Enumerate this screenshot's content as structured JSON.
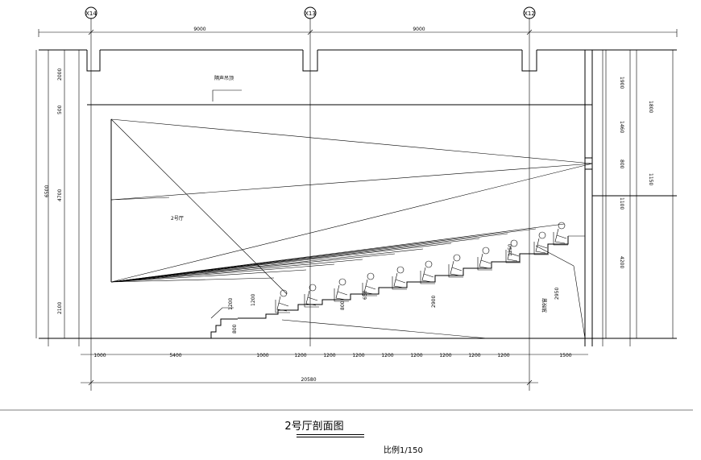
{
  "drawing": {
    "title": "2号厅剖面图",
    "scale": "比例1/150",
    "room_label": "2号厅",
    "axes": [
      "X14",
      "X13",
      "X12"
    ],
    "top_dimensions": [
      "9000",
      "9000"
    ],
    "bottom_row_dimensions": [
      "1000",
      "5400",
      "1000",
      "1200",
      "1200",
      "1200",
      "1200",
      "1200",
      "1200",
      "1200",
      "1200",
      "1500"
    ],
    "overall_dimension": "20580",
    "left_vertical_dimensions": [
      "2000",
      "500",
      "4700",
      "2100",
      "6500"
    ],
    "right_vertical_dimensions": [
      "1900",
      "1460",
      "800",
      "1100",
      "4200",
      "1800",
      "1150"
    ],
    "stair_dimensions": [
      "1200",
      "800"
    ],
    "annotations": [
      "隔声吊顶",
      "放映窗",
      "2950",
      "2900",
      "650",
      "800",
      "1200",
      "1250"
    ]
  }
}
